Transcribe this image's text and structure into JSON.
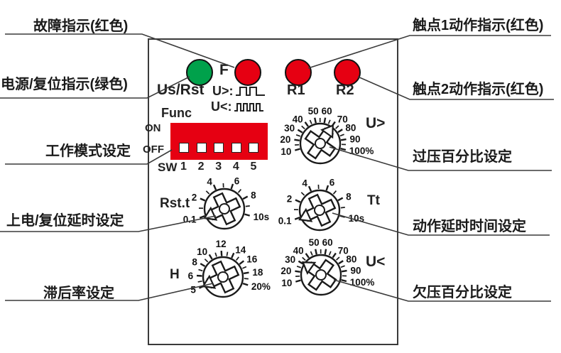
{
  "colors": {
    "red": "#e60012",
    "green": "#00a14b",
    "line": "#3a3a3a",
    "panel_border": "#3a3a3a",
    "text": "#1a1a1a"
  },
  "callouts": {
    "left": [
      "故障指示(红色)",
      "电源/复位指示(绿色)",
      "工作模式设定",
      "上电/复位延时设定",
      "滞后率设定"
    ],
    "right": [
      "触点1动作指示(红色)",
      "触点2动作指示(红色)",
      "过压百分比设定",
      "动作延时时间设定",
      "欠压百分比设定"
    ]
  },
  "panel": {
    "leds": [
      {
        "id": "power-reset",
        "label": "Us/Rst",
        "color": "green"
      },
      {
        "id": "fault",
        "label": "F",
        "color": "red"
      },
      {
        "id": "relay1",
        "label": "R1",
        "color": "red"
      },
      {
        "id": "relay2",
        "label": "R2",
        "color": "red"
      }
    ],
    "waveforms": [
      {
        "label": "U>:",
        "icon": "overvoltage-pulse-waveform"
      },
      {
        "label": "U<:",
        "icon": "undervoltage-pulse-waveform"
      }
    ],
    "func_label": "Func",
    "dip": {
      "on_label": "ON",
      "off_label": "OFF",
      "sw_label": "SW",
      "switch_numbers": [
        "1",
        "2",
        "3",
        "4",
        "5"
      ],
      "switch_states": [
        "off",
        "off",
        "off",
        "off",
        "off"
      ]
    },
    "dials": [
      {
        "name": "U>",
        "labels": [
          "10",
          "20",
          "30",
          "40",
          "50",
          "60",
          "70",
          "80",
          "90",
          "100%"
        ],
        "arc": [
          195,
          -14
        ],
        "pointer_deg": 55
      },
      {
        "name": "Rst.t",
        "labels": [
          "0.1",
          "2",
          "4",
          "6",
          "8",
          "10s"
        ],
        "arc": [
          200,
          -15
        ],
        "pointer_deg": 205
      },
      {
        "name": "Tt",
        "labels": [
          "0.1",
          "2",
          "4",
          "6",
          "8",
          "10s"
        ],
        "arc": [
          200,
          -15
        ],
        "pointer_deg": 205
      },
      {
        "name": "H",
        "labels": [
          "5",
          "6",
          "8",
          "10",
          "12",
          "14",
          "16",
          "18",
          "20%"
        ],
        "arc": [
          205,
          -18
        ],
        "pointer_deg": 205
      },
      {
        "name": "U<",
        "labels": [
          "10",
          "20",
          "30",
          "40",
          "50",
          "60",
          "70",
          "80",
          "90",
          "100%"
        ],
        "arc": [
          195,
          -14
        ],
        "pointer_deg": 145
      }
    ]
  }
}
